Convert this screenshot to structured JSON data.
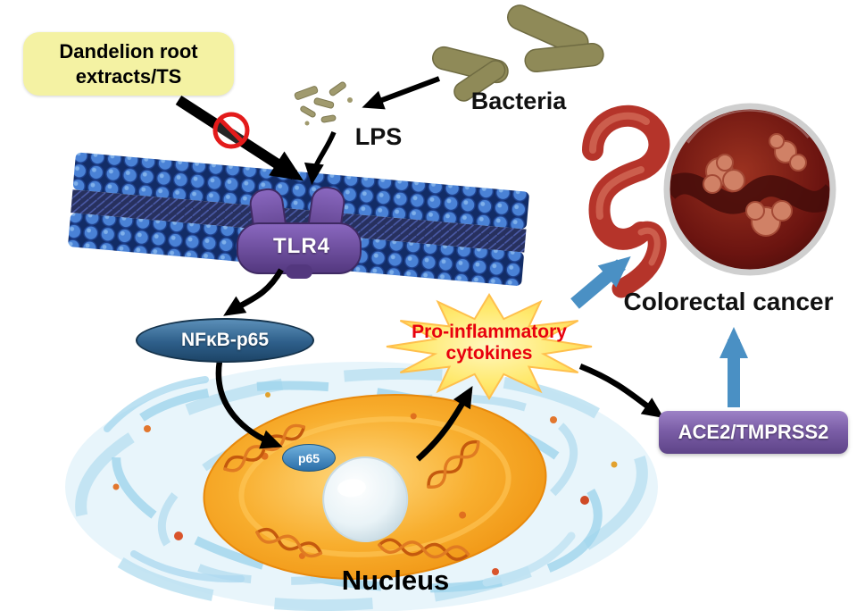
{
  "figure": {
    "labels": {
      "dandelion": "Dandelion root extracts/TS",
      "bacteria": "Bacteria",
      "lps": "LPS",
      "tlr4": "TLR4",
      "nfkb_p65": "NFκB-p65",
      "p65": "p65",
      "cytokines": "Pro-inflammatory cytokines",
      "colorectal_cancer": "Colorectal cancer",
      "ace2_tmprss2": "ACE2/TMPRSS2",
      "nucleus": "Nucleus"
    },
    "colors": {
      "highlight_box_yellow": "#f4f2a3",
      "membrane_blue": "#4a82d6",
      "tlr4_purple": "#6a4a9e",
      "nfkb_ellipse_blue": "#2e5f8a",
      "cytokine_text_red": "#e8000d",
      "starburst_yellow": "#ffe96e",
      "ace2_box_purple": "#7b5ea7",
      "arrow_black": "#000000",
      "arrow_blue": "#4a90c4",
      "bacteria_olive": "#8f8a58",
      "nucleus_orange": "#f8ae2e",
      "colon_red": "#b5342a",
      "inhibition_red": "#e31b1b"
    }
  }
}
